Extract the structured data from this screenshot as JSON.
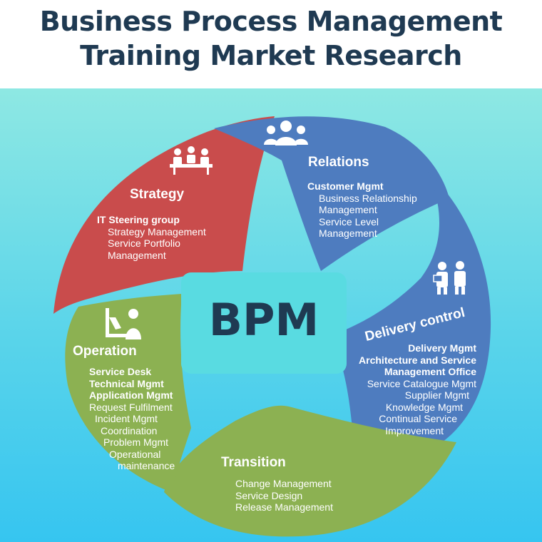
{
  "header": {
    "title_line1": "Business Process Management",
    "title_line2": "Training Market Research"
  },
  "center": {
    "label": "BPM"
  },
  "colors": {
    "strategy": "#c94c4c",
    "relations": "#4e7cbf",
    "delivery": "#4e7cbf",
    "transition": "#8cb152",
    "operation": "#8cb152",
    "title": "#1f3a52"
  },
  "segments": {
    "strategy": {
      "icon": "meeting-table-icon",
      "title": "Strategy",
      "lines": [
        "IT Steering group",
        "Strategy Management",
        "Service Portfolio",
        "Management"
      ]
    },
    "relations": {
      "icon": "people-group-icon",
      "title": "Relations",
      "lines": [
        "Customer Mgmt",
        "Business Relationship",
        "Management",
        "Service Level",
        "Management"
      ]
    },
    "delivery": {
      "icon": "presenter-icon",
      "title": "Delivery control",
      "lines": [
        "Delivery Mgmt",
        "Architecture and Service",
        "Management Office",
        "Service Catalogue Mgmt",
        "Supplier Mgmt",
        "Knowledge Mgmt",
        "Continual Service",
        "Improvement"
      ]
    },
    "transition": {
      "title": "Transition",
      "lines": [
        "Change Management",
        "Service Design",
        "Release Management"
      ]
    },
    "operation": {
      "icon": "desk-worker-icon",
      "title": "Operation",
      "lines": [
        "Service Desk",
        "Technical Mgmt",
        "Application Mgmt",
        "Request Fulfilment",
        "Incident Mgmt",
        "Coordination",
        "Problem Mgmt",
        "Operational",
        "maintenance"
      ]
    }
  }
}
